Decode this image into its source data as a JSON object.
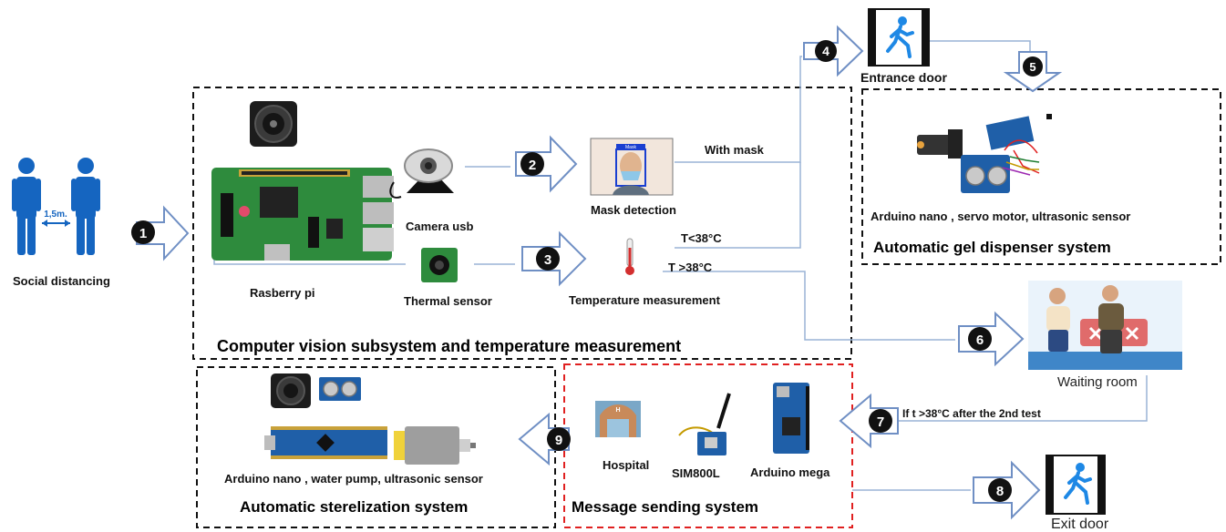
{
  "labels": {
    "social_distancing": "Social distancing",
    "distance": "1,5m.",
    "raspberry": "Rasberry pi",
    "camera": "Camera usb",
    "thermal": "Thermal sensor",
    "mask_detection": "Mask detection",
    "mask_tag": "Mask",
    "temperature_measurement": "Temperature measurement",
    "with_mask": "With mask",
    "t_low": "T<38°C",
    "t_high": "T >38°C",
    "entrance_door": "Entrance door",
    "gel_components": "Arduino nano , servo motor, ultrasonic  sensor",
    "waiting_room": "Waiting room",
    "retest": "If  t >38°C after the 2nd test",
    "hospital": "Hospital",
    "sim": "SIM800L",
    "arduino_mega": "Arduino mega",
    "sterilization_components": "Arduino nano , water pump, ultrasonic sensor",
    "exit_door": "Exit door"
  },
  "titles": {
    "cv": "Computer vision subsystem and temperature measurement",
    "gel": "Automatic gel dispenser system",
    "message": "Message sending system",
    "sterilization": "Automatic sterelization  system"
  },
  "steps": [
    "1",
    "2",
    "3",
    "4",
    "5",
    "6",
    "7",
    "8",
    "9"
  ],
  "colors": {
    "dashed_black": "#111111",
    "dashed_red": "#e02020",
    "arrow_outline": "#6f8fc4",
    "connector": "#9ab3d6",
    "person": "#1565c0",
    "board_green": "#2e8b3d",
    "arduino_blue": "#1f5fa8"
  }
}
